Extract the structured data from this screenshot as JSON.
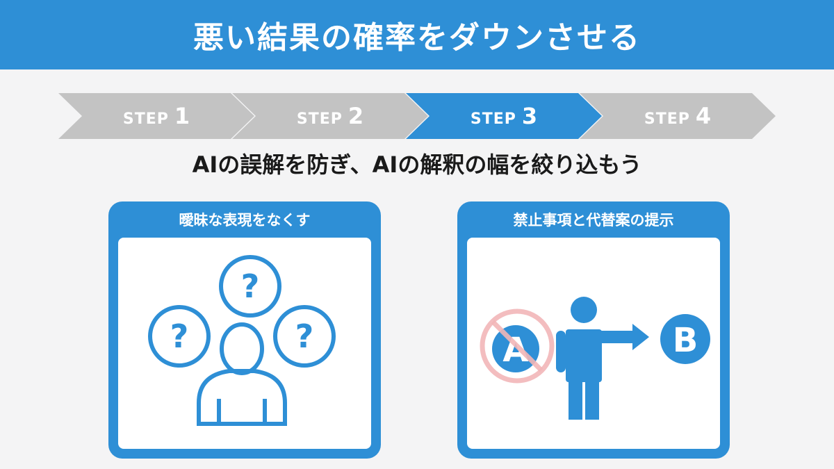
{
  "header": {
    "title": "悪い結果の確率をダウンさせる"
  },
  "steps": [
    {
      "label": "STEP",
      "number": "1",
      "state": "inactive"
    },
    {
      "label": "STEP",
      "number": "2",
      "state": "inactive"
    },
    {
      "label": "STEP",
      "number": "3",
      "state": "active"
    },
    {
      "label": "STEP",
      "number": "4",
      "state": "inactive"
    }
  ],
  "subtitle": "AIの誤解を防ぎ、AIの解釈の幅を絞り込もう",
  "cards": [
    {
      "title": "曖昧な表現をなくす",
      "icon": "person-with-question-marks-icon",
      "marks": [
        "?",
        "?",
        "?"
      ]
    },
    {
      "title": "禁止事項と代替案の提示",
      "icon": "person-pointing-a-to-b-icon",
      "option_a": "A",
      "option_b": "B"
    }
  ],
  "colors": {
    "accent": "#2e8fd6",
    "inactive": "#c3c3c3",
    "prohibited": "#f2b6b8",
    "background": "#f4f4f5"
  }
}
